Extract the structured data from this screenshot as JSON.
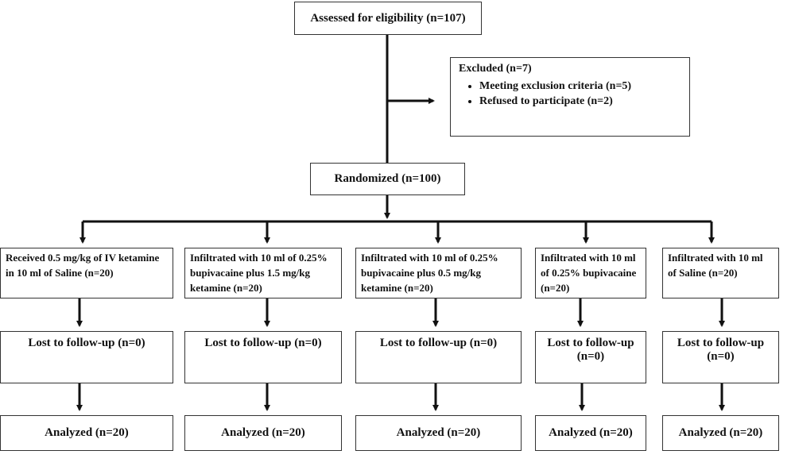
{
  "flow": {
    "assessed": "Assessed for eligibility (n=107)",
    "excluded": {
      "title": "Excluded (n=7)",
      "items": [
        "Meeting exclusion criteria (n=5)",
        "Refused to participate (n=2)"
      ]
    },
    "randomized": "Randomized (n=100)",
    "arms": [
      {
        "allocation": "Received 0.5 mg/kg of IV ketamine in 10 ml of Saline (n=20)",
        "lost": "Lost to follow-up (n=0)",
        "analyzed": "Analyzed (n=20)"
      },
      {
        "allocation": "Infiltrated with 10 ml of 0.25% bupivacaine plus 1.5 mg/kg ketamine (n=20)",
        "lost": "Lost to follow-up (n=0)",
        "analyzed": "Analyzed (n=20)"
      },
      {
        "allocation": "Infiltrated with 10 ml of 0.25% bupivacaine plus 0.5 mg/kg ketamine (n=20)",
        "lost": "Lost to follow-up (n=0)",
        "analyzed": "Analyzed (n=20)"
      },
      {
        "allocation": "Infiltrated with 10 ml of 0.25% bupivacaine (n=20)",
        "lost": "Lost to follow-up (n=0)",
        "analyzed": "Analyzed (n=20)"
      },
      {
        "allocation": "Infiltrated with 10 ml of Saline (n=20)",
        "lost": "Lost to follow-up (n=0)",
        "analyzed": "Analyzed (n=20)"
      }
    ]
  }
}
